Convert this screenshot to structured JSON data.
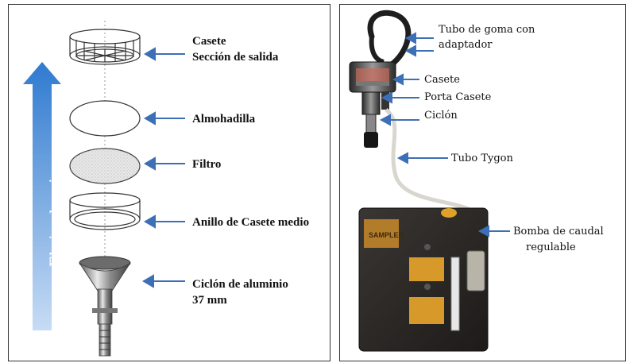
{
  "left": {
    "flow_label": "Flujo de aire",
    "casete": "Casete",
    "seccion_salida": "Sección de salida",
    "almohadilla": "Almohadilla",
    "filtro": "Filtro",
    "anillo": "Anillo de Casete medio",
    "ciclon_1": "Ciclón de aluminio",
    "ciclon_2": "37 mm"
  },
  "right": {
    "tubo_goma_1": "Tubo de goma con",
    "tubo_goma_2": "adaptador",
    "casete": "Casete",
    "porta_casete": "Porta Casete",
    "ciclon": "Ciclón",
    "tubo_tygon": "Tubo Tygon",
    "bomba_1": "Bomba de  caudal",
    "bomba_2": "regulable",
    "sampler_text": "SAMPLER"
  },
  "colors": {
    "arrow": "#3d6fb6",
    "flow_arrow_top": "#2f7ad0",
    "flow_arrow_bottom": "#b9d4f2",
    "pump_body": "#2a2724",
    "pump_label": "#d79a2a"
  }
}
